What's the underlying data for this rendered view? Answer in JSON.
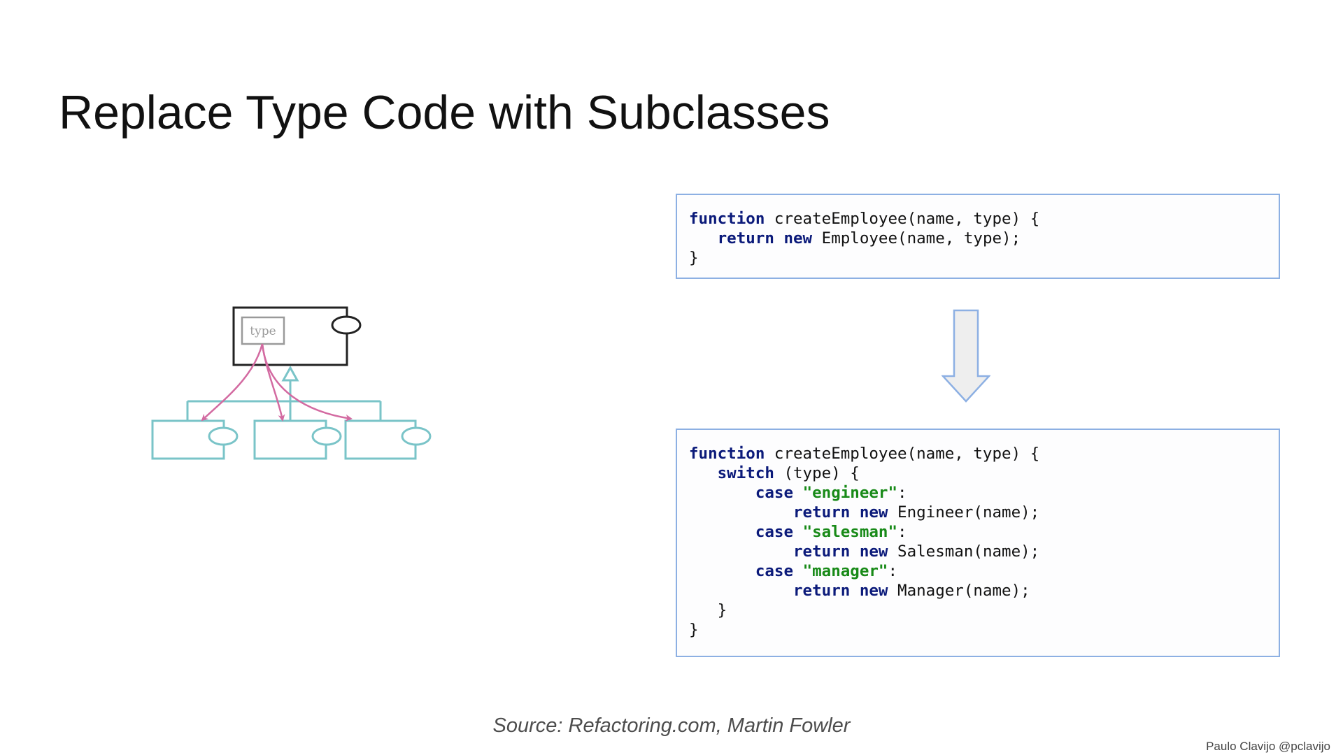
{
  "slide": {
    "title": "Replace Type Code with Subclasses",
    "diagram": {
      "field_label": "type",
      "colors": {
        "superclass": "#222222",
        "subclass": "#7ac4c8",
        "arrows": "#d36aa1",
        "field_box": "#9a9a9a"
      }
    },
    "code_before": {
      "lines": [
        [
          {
            "t": "function",
            "k": "kw"
          },
          {
            "t": " createEmployee(name, type) {"
          }
        ],
        [
          {
            "t": "   "
          },
          {
            "t": "return",
            "k": "kw"
          },
          {
            "t": " "
          },
          {
            "t": "new",
            "k": "kw"
          },
          {
            "t": " Employee(name, type);"
          }
        ],
        [
          {
            "t": "}"
          }
        ]
      ]
    },
    "arrow_icon": "down-arrow-icon",
    "code_after": {
      "lines": [
        [
          {
            "t": "function",
            "k": "kw"
          },
          {
            "t": " createEmployee(name, type) {"
          }
        ],
        [
          {
            "t": "   "
          },
          {
            "t": "switch",
            "k": "kw"
          },
          {
            "t": " (type) {"
          }
        ],
        [
          {
            "t": "       "
          },
          {
            "t": "case",
            "k": "kw"
          },
          {
            "t": " "
          },
          {
            "t": "\"engineer\"",
            "k": "str"
          },
          {
            "t": ":"
          }
        ],
        [
          {
            "t": "           "
          },
          {
            "t": "return",
            "k": "kw"
          },
          {
            "t": " "
          },
          {
            "t": "new",
            "k": "kw"
          },
          {
            "t": " Engineer(name);"
          }
        ],
        [
          {
            "t": "       "
          },
          {
            "t": "case",
            "k": "kw"
          },
          {
            "t": " "
          },
          {
            "t": "\"salesman\"",
            "k": "str"
          },
          {
            "t": ":"
          }
        ],
        [
          {
            "t": "           "
          },
          {
            "t": "return",
            "k": "kw"
          },
          {
            "t": " "
          },
          {
            "t": "new",
            "k": "kw"
          },
          {
            "t": " Salesman(name);"
          }
        ],
        [
          {
            "t": "       "
          },
          {
            "t": "case",
            "k": "kw"
          },
          {
            "t": " "
          },
          {
            "t": "\"manager\"",
            "k": "str"
          },
          {
            "t": ":"
          }
        ],
        [
          {
            "t": "           "
          },
          {
            "t": "return",
            "k": "kw"
          },
          {
            "t": " "
          },
          {
            "t": "new",
            "k": "kw"
          },
          {
            "t": " Manager(name);"
          }
        ],
        [
          {
            "t": "   }"
          }
        ],
        [
          {
            "t": "}"
          }
        ]
      ]
    },
    "source": "Source: Refactoring.com, Martin Fowler",
    "author": "Paulo Clavijo @pclavijo"
  }
}
